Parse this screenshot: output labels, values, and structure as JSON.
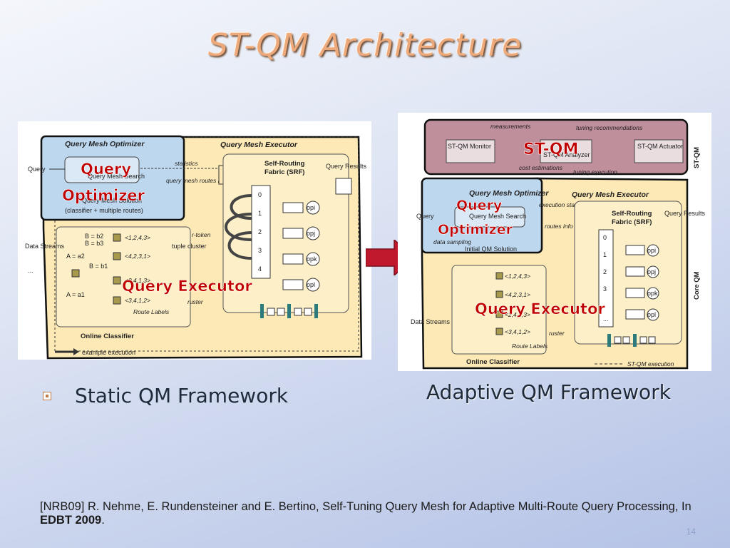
{
  "slide": {
    "title": "ST-QM Architecture",
    "static_label": "Static QM Framework",
    "adaptive_label": "Adaptive QM Framework",
    "citation_text": "[NRB09] R. Nehme, E. Rundensteiner and E. Bertino, Self-Tuning Query Mesh for Adaptive Multi-Route Query Processing, In ",
    "citation_venue": "EDBT 2009",
    "citation_end": ".",
    "page_number": "14"
  },
  "static_diagram": {
    "optimizer_header": "Query Mesh Optimizer",
    "executor_header": "Query Mesh Executor",
    "search_label": "Query Mesh Search",
    "solution_label": "Query Mesh Solution",
    "solution_sub": "(classifier + multiple routes)",
    "query_label": "Query",
    "statistics_label": "statistics",
    "routes_info": "query mesh routes info",
    "srf_label_1": "Self-Routing",
    "srf_label_2": "Fabric (SRF)",
    "query_results": "Query Results",
    "srf_slots": [
      "0",
      "1",
      "2",
      "3",
      "4"
    ],
    "data_streams": "Data Streams",
    "ellipsis": "...",
    "r_token": "r-token",
    "tuple_cluster": "tuple cluster",
    "ruster": "ruster",
    "route_labels": "Route Labels",
    "online_classifier": "Online Classifier",
    "example_execution": "example execution",
    "tree": {
      "a2": "A = a2",
      "a1": "A = a1",
      "b2": "B = b2",
      "b3": "B = b3",
      "b1": "B = b1"
    },
    "routes": [
      "<1,2,4,3>",
      "<4,2,3,1>",
      "<2,4,1,3>",
      "<3,4,1,2>"
    ],
    "operators": [
      "opi",
      "opj",
      "opk",
      "opl"
    ],
    "overlay_optimizer_1": "Query",
    "overlay_optimizer_2": "Optimizer",
    "overlay_executor": "Query Executor"
  },
  "adaptive_diagram": {
    "measurements": "measurements",
    "tuning_recommendations": "tuning recommendations",
    "monitor": "ST-QM Monitor",
    "analyzer": "ST-QM Analyzer",
    "actuator": "ST-QM Actuator",
    "cost_estimations": "cost estimations",
    "tuning_execution": "tuning execution",
    "st_qm_side": "ST-QM",
    "core_qm_side": "Core QM",
    "optimizer_header": "Query Mesh Optimizer",
    "executor_header": "Query Mesh Executor",
    "search_label": "Query Mesh Search",
    "query_label": "Query",
    "execution_statistics": "execution statistics",
    "routes_info": "routes info",
    "data_sampling": "data sampling",
    "initial_solution": "Initial QM Solution",
    "srf_label_1": "Self-Routing",
    "srf_label_2": "Fabric (SRF)",
    "query_results": "Query Results",
    "srf_slots": [
      "0",
      "1",
      "2",
      "3",
      "..."
    ],
    "data_streams": "Data Streams",
    "ruster": "ruster",
    "route_labels": "Route Labels",
    "online_classifier": "Online Classifier",
    "st_qm_execution": "ST-QM execution",
    "routes": [
      "<1,2,4,3>",
      "<4,2,3,1>",
      "<2,4,1,3>",
      "<3,4,1,2>"
    ],
    "operators": [
      "opi",
      "opj",
      "opk",
      "opl"
    ],
    "overlay_stqm": "ST-QM",
    "overlay_optimizer_1": "Query",
    "overlay_optimizer_2": "Optimizer",
    "overlay_executor": "Query Executor"
  },
  "colors": {
    "title": "#eea97a",
    "optimizer_fill": "#bdd7ee",
    "executor_fill": "#fde9b6",
    "stqm_fill": "#c08f9c",
    "overlay_text": "#c00000",
    "arrow": "#c0182c"
  }
}
